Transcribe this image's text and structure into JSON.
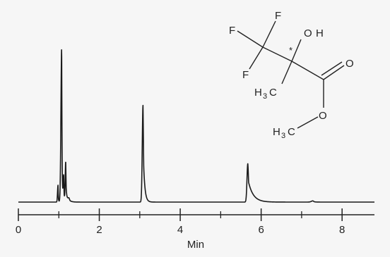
{
  "chart_data": {
    "type": "line",
    "title": "",
    "xlabel": "Min",
    "ylabel": "",
    "xlim": [
      0,
      8.8
    ],
    "ylim": [
      0,
      100
    ],
    "x_ticks": [
      0,
      2,
      4,
      6,
      8
    ],
    "x_minor_ticks": [
      1,
      3,
      5,
      7
    ],
    "grid": false,
    "series": [
      {
        "color": "#1a1a1a",
        "peaks": [
          {
            "rt": 0.98,
            "height": 11,
            "width": 0.012,
            "tail": 0.01
          },
          {
            "rt": 1.07,
            "height": 100,
            "width": 0.018,
            "tail": 0.012
          },
          {
            "rt": 1.12,
            "height": 17,
            "width": 0.012,
            "tail": 0.015
          },
          {
            "rt": 1.17,
            "height": 26,
            "width": 0.012,
            "tail": 0.02
          },
          {
            "rt": 1.25,
            "height": 2.5,
            "width": 0.03,
            "tail": 0.05
          },
          {
            "rt": 3.08,
            "height": 63,
            "width": 0.018,
            "tail": 0.035
          },
          {
            "rt": 5.67,
            "height": 25,
            "width": 0.02,
            "tail": 0.12
          },
          {
            "rt": 7.28,
            "height": 0.8,
            "width": 0.04,
            "tail": 0.04
          }
        ],
        "baseline": 0
      }
    ]
  },
  "structure": {
    "atoms": {
      "f_top": "F",
      "f_left": "F",
      "f_bottom": "F",
      "o_hydroxyl": "O",
      "h_hydroxyl": "H",
      "o_carbonyl": "O",
      "o_ester": "O",
      "methyl_h": "H",
      "methyl_sub": "3",
      "methyl_c": "C",
      "methoxy_h": "H",
      "methoxy_sub": "3",
      "methoxy_c": "C",
      "stereo_mark": "*"
    }
  }
}
